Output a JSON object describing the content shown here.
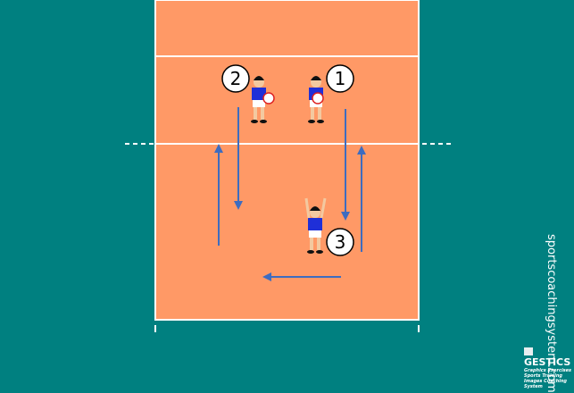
{
  "players": [
    {
      "number": "2"
    },
    {
      "number": "1"
    },
    {
      "number": "3"
    }
  ],
  "watermark": "sportscoachingsystem.com",
  "logo": {
    "name": "GESTICS",
    "line1": "Graphics Exercises Sports Training",
    "line2": "Images Coaching System"
  },
  "colors": {
    "background": "#008080",
    "court": "#ff9966",
    "lines": "#ffffff",
    "arrow": "#3d6cc0",
    "jersey": "#1f2fd8"
  }
}
